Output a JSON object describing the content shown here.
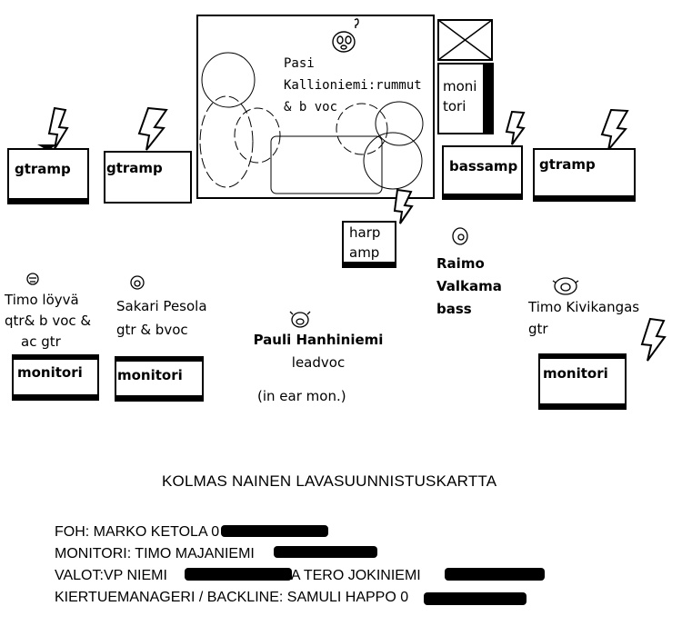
{
  "drum_riser": {
    "performer": "Pasi Kallioniemi:rummut & b voc",
    "lines": [
      "Pasi",
      "Kallioniemi:rummut",
      "& b voc"
    ]
  },
  "monitor_side": {
    "lines": [
      "moni",
      "tori"
    ]
  },
  "amps": {
    "gtramp_1": "gtramp",
    "gtramp_2": "gtramp",
    "bassamp": "bassamp",
    "gtramp_3": "gtramp",
    "harp_amp_lines": [
      "harp",
      "amp"
    ]
  },
  "performers": {
    "raimo": [
      "Raimo",
      "Valkama",
      "bass"
    ],
    "timo_l": [
      "Timo löyvä",
      "qtr& b voc &",
      "ac gtr"
    ],
    "sakari": [
      "Sakari Pesola",
      "gtr & bvoc"
    ],
    "pauli": [
      "Pauli Hanhiniemi",
      "leadvoc"
    ],
    "pauli_note": "(in ear mon.)",
    "timo_k": [
      "Timo Kivikangas",
      "gtr"
    ]
  },
  "monitors": {
    "m1": "monitori",
    "m2": "monitori",
    "m3": "monitori"
  },
  "title": "KOLMAS NAINEN LAVASUUNNISTUSKARTTA",
  "contacts": [
    {
      "label": "FOH: MARKO KETOLA 0",
      "phone": "",
      "redacted": true
    },
    {
      "label": "MONITORI: TIMO MAJANIEMI",
      "phone": "",
      "redacted": true
    },
    {
      "label": "VALOT:VP NIEMI",
      "middle": "JA TERO JOKINIEMI",
      "redacted": true
    },
    {
      "label": "KIERTUEMANAGERI / BACKLINE: SAMULI HAPPO 0",
      "phone": "",
      "redacted": true
    }
  ],
  "colors": {
    "ink": "#000000",
    "paper": "#ffffff"
  },
  "icons": [
    "lightning-icon",
    "face-icon",
    "drum-circle",
    "x-box-icon"
  ]
}
